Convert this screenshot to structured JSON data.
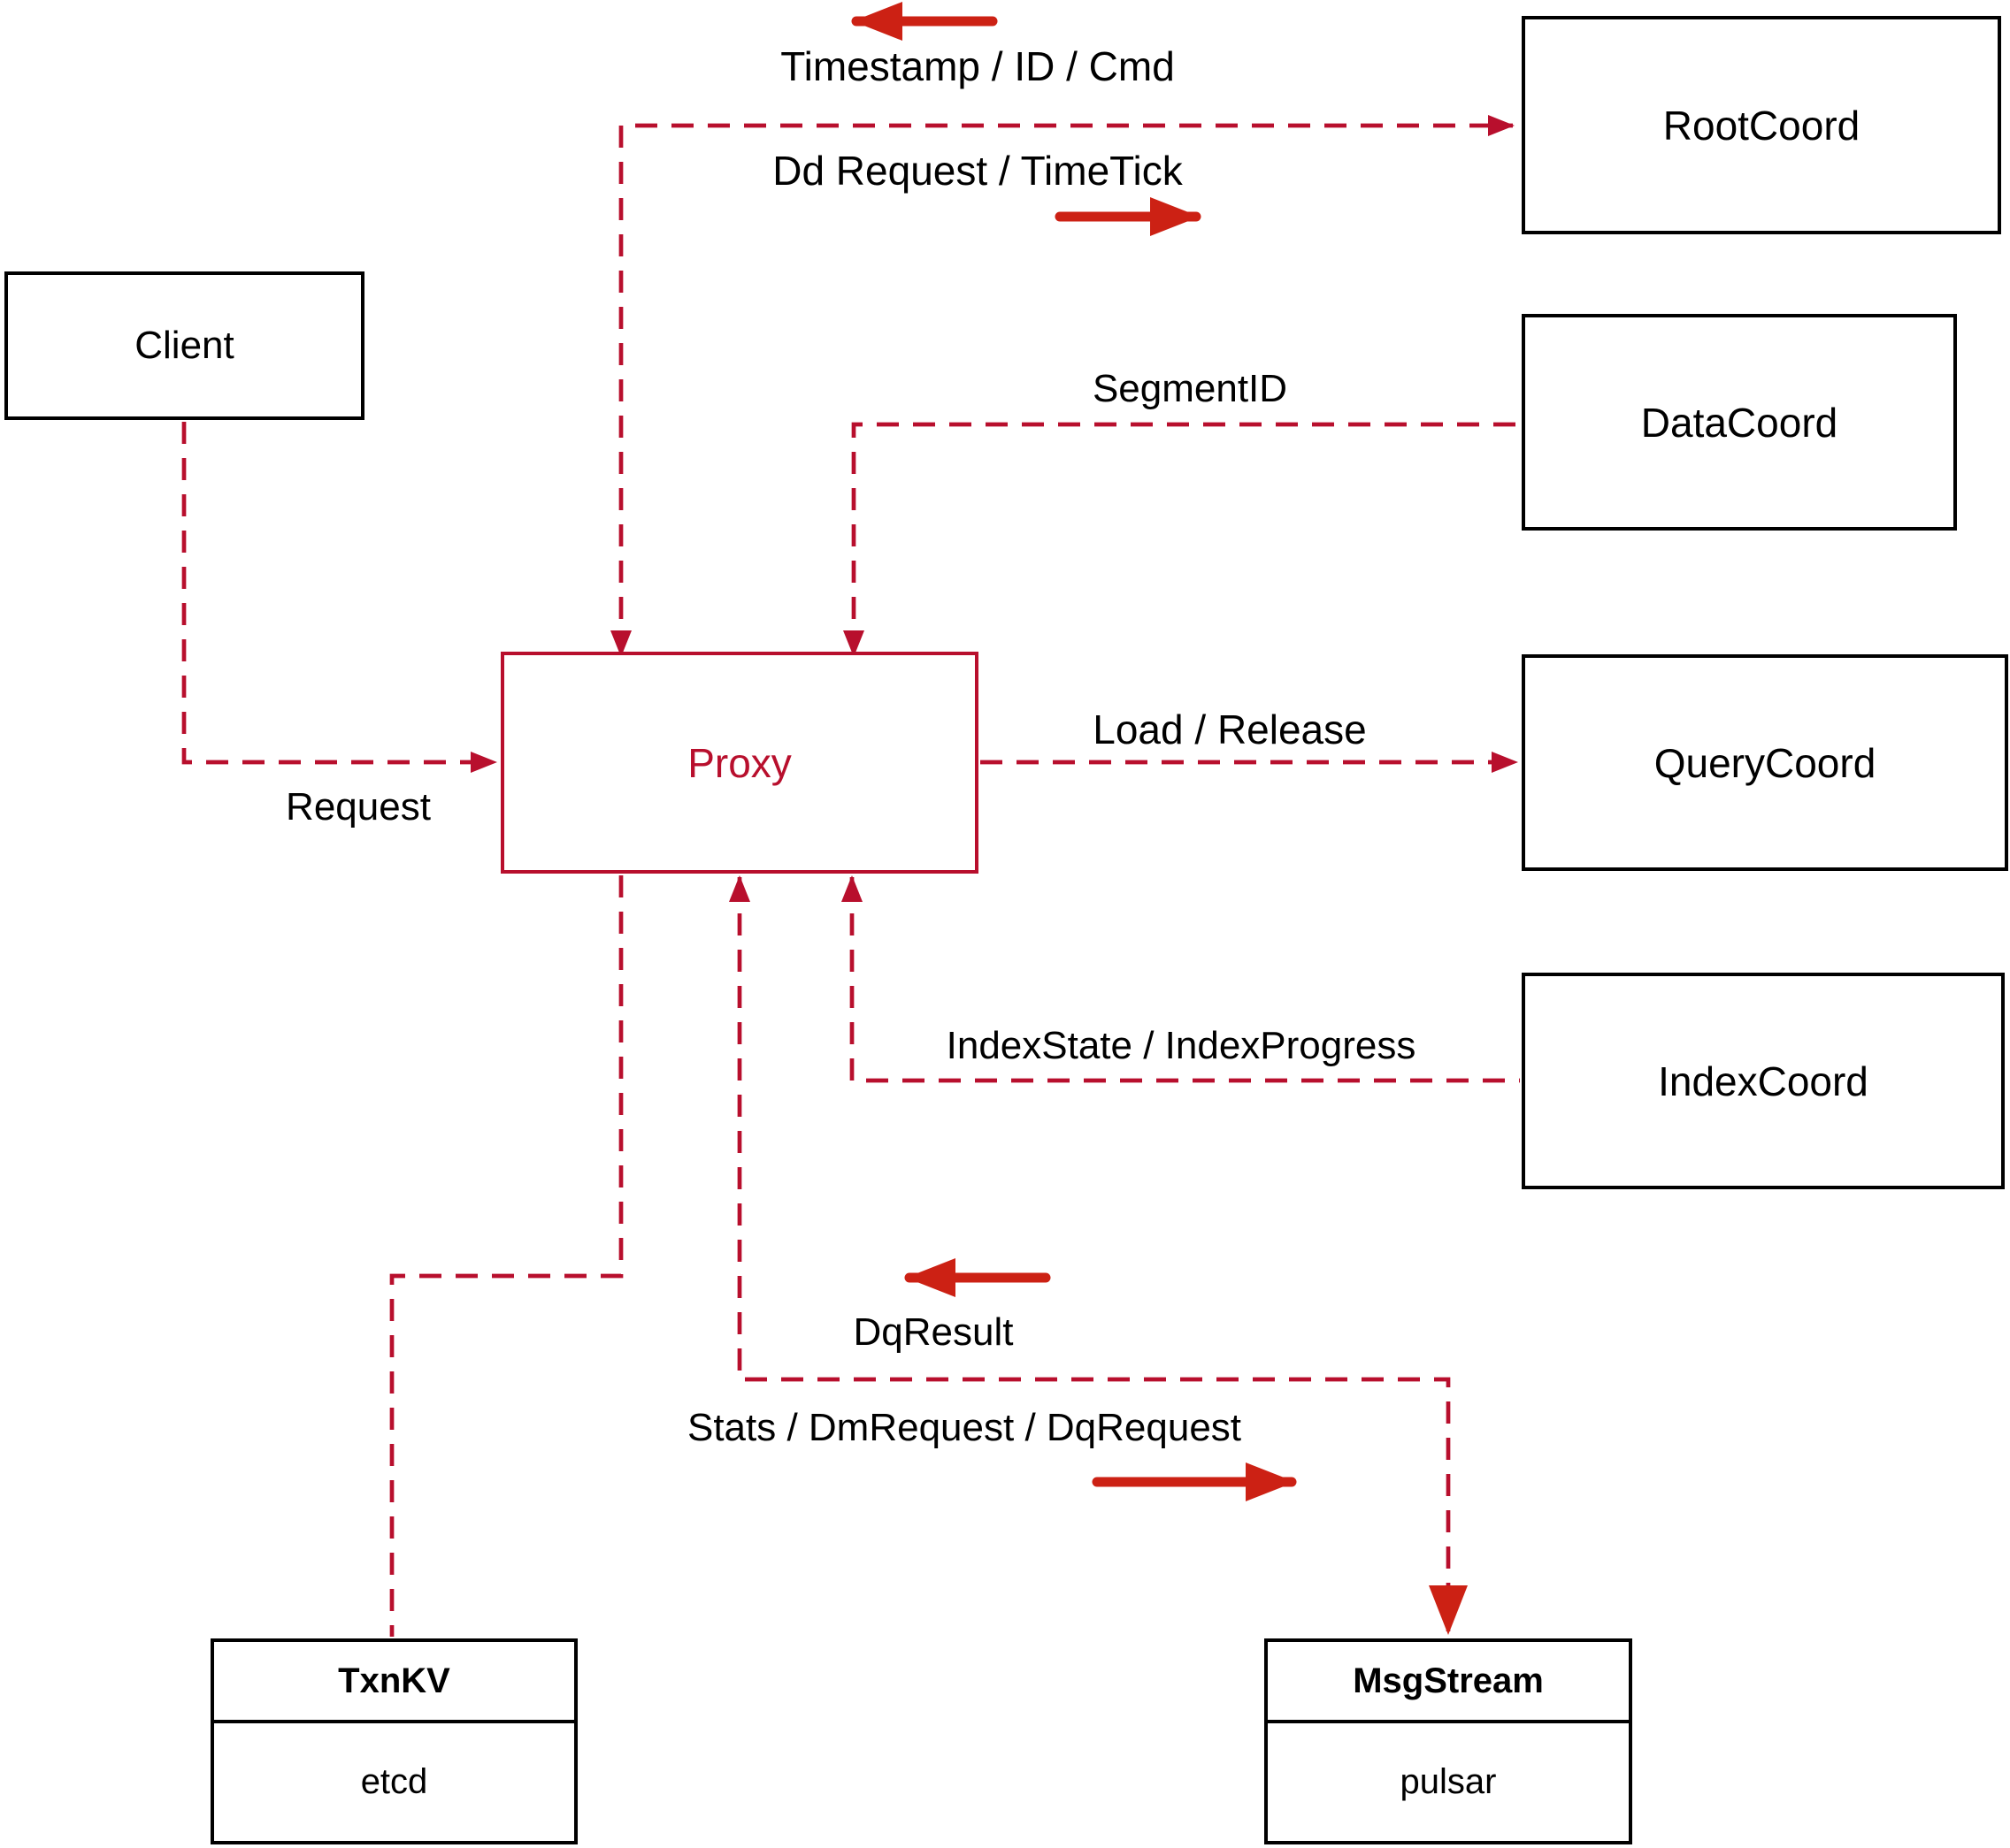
{
  "colors": {
    "connector": "#b80f2d",
    "arrow": "#cc2114",
    "box_border": "#000000",
    "text": "#000000",
    "proxy_accent": "#b80f2d"
  },
  "nodes": {
    "client": {
      "label": "Client"
    },
    "proxy": {
      "label": "Proxy"
    },
    "rootcoord": {
      "label": "RootCoord"
    },
    "datacoord": {
      "label": "DataCoord"
    },
    "querycoord": {
      "label": "QueryCoord"
    },
    "indexcoord": {
      "label": "IndexCoord"
    },
    "txnkv": {
      "title": "TxnKV",
      "subtitle": "etcd"
    },
    "msgstream": {
      "title": "MsgStream",
      "subtitle": "pulsar"
    }
  },
  "edges": {
    "proxy_rootcoord": {
      "label_return": "Timestamp / ID / Cmd",
      "label_send": "Dd Request / TimeTick"
    },
    "datacoord_proxy": {
      "label": "SegmentID"
    },
    "client_proxy": {
      "label": "Request"
    },
    "proxy_querycoord": {
      "label": "Load / Release"
    },
    "indexcoord_proxy": {
      "label": "IndexState / IndexProgress"
    },
    "proxy_msgstream": {
      "label_return": "DqResult",
      "label_send": "Stats / DmRequest / DqRequest"
    }
  }
}
